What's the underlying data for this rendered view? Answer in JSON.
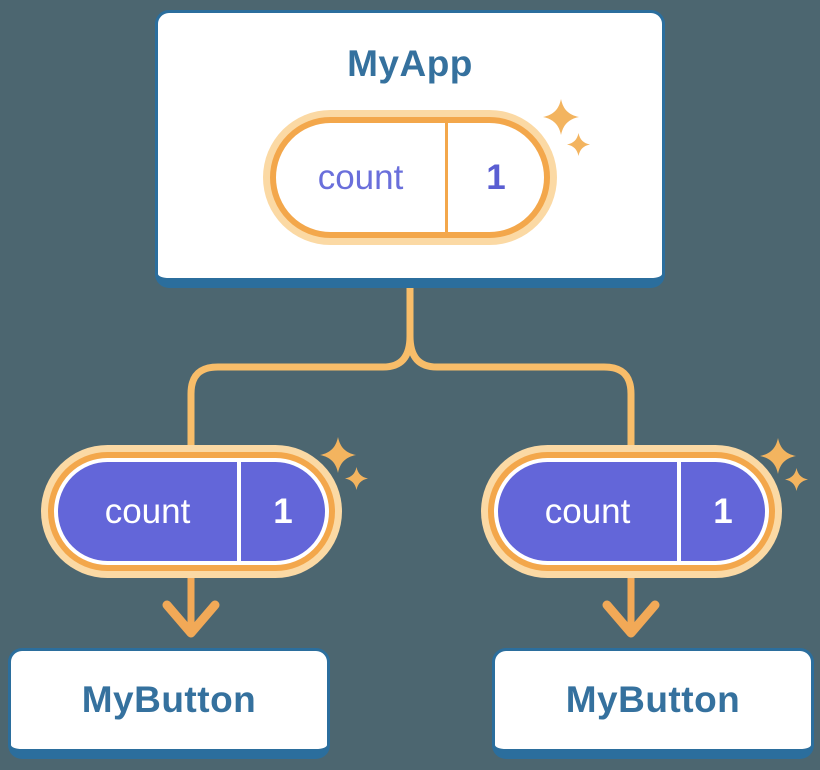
{
  "colors": {
    "background": "#4C6670",
    "card_border": "#2B6E9D",
    "card_title": "#35719E",
    "state_ring": "#F3A74B",
    "state_halo": "#FBD9A4",
    "state_fill_purple": "#6366D9",
    "state_name_purple": "#6A6FDB",
    "state_value_purple": "#5A5ED2",
    "connector_line": "#F8BD69",
    "arrow": "#F2A957",
    "sparkle": "#F3B45F"
  },
  "tree": {
    "root": {
      "label": "MyApp",
      "state": {
        "name": "count",
        "value": "1"
      }
    },
    "children": [
      {
        "label": "MyButton",
        "state": {
          "name": "count",
          "value": "1"
        }
      },
      {
        "label": "MyButton",
        "state": {
          "name": "count",
          "value": "1"
        }
      }
    ]
  }
}
